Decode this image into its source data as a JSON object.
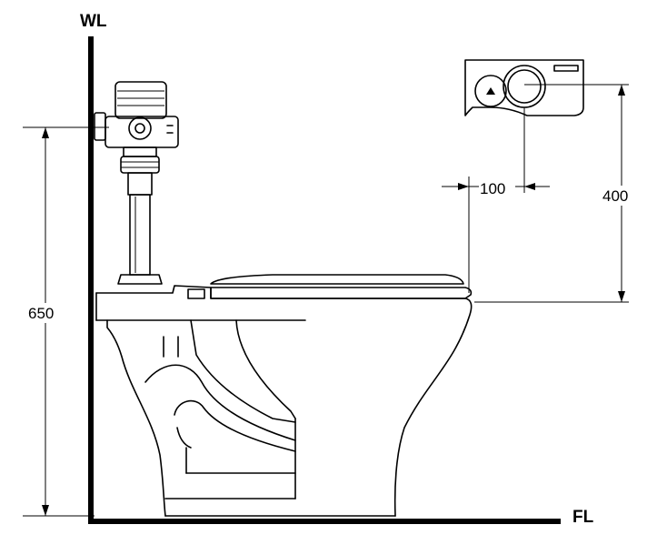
{
  "labels": {
    "wall": "WL",
    "floor": "FL"
  },
  "dimensions": {
    "flush_valve_height": "650",
    "sensor_height_above_seat": "400",
    "sensor_offset_from_bowl_front": "100"
  },
  "colors": {
    "line": "#000000",
    "background": "#ffffff"
  },
  "icons": {
    "sensor_button": "triangle-icon"
  }
}
